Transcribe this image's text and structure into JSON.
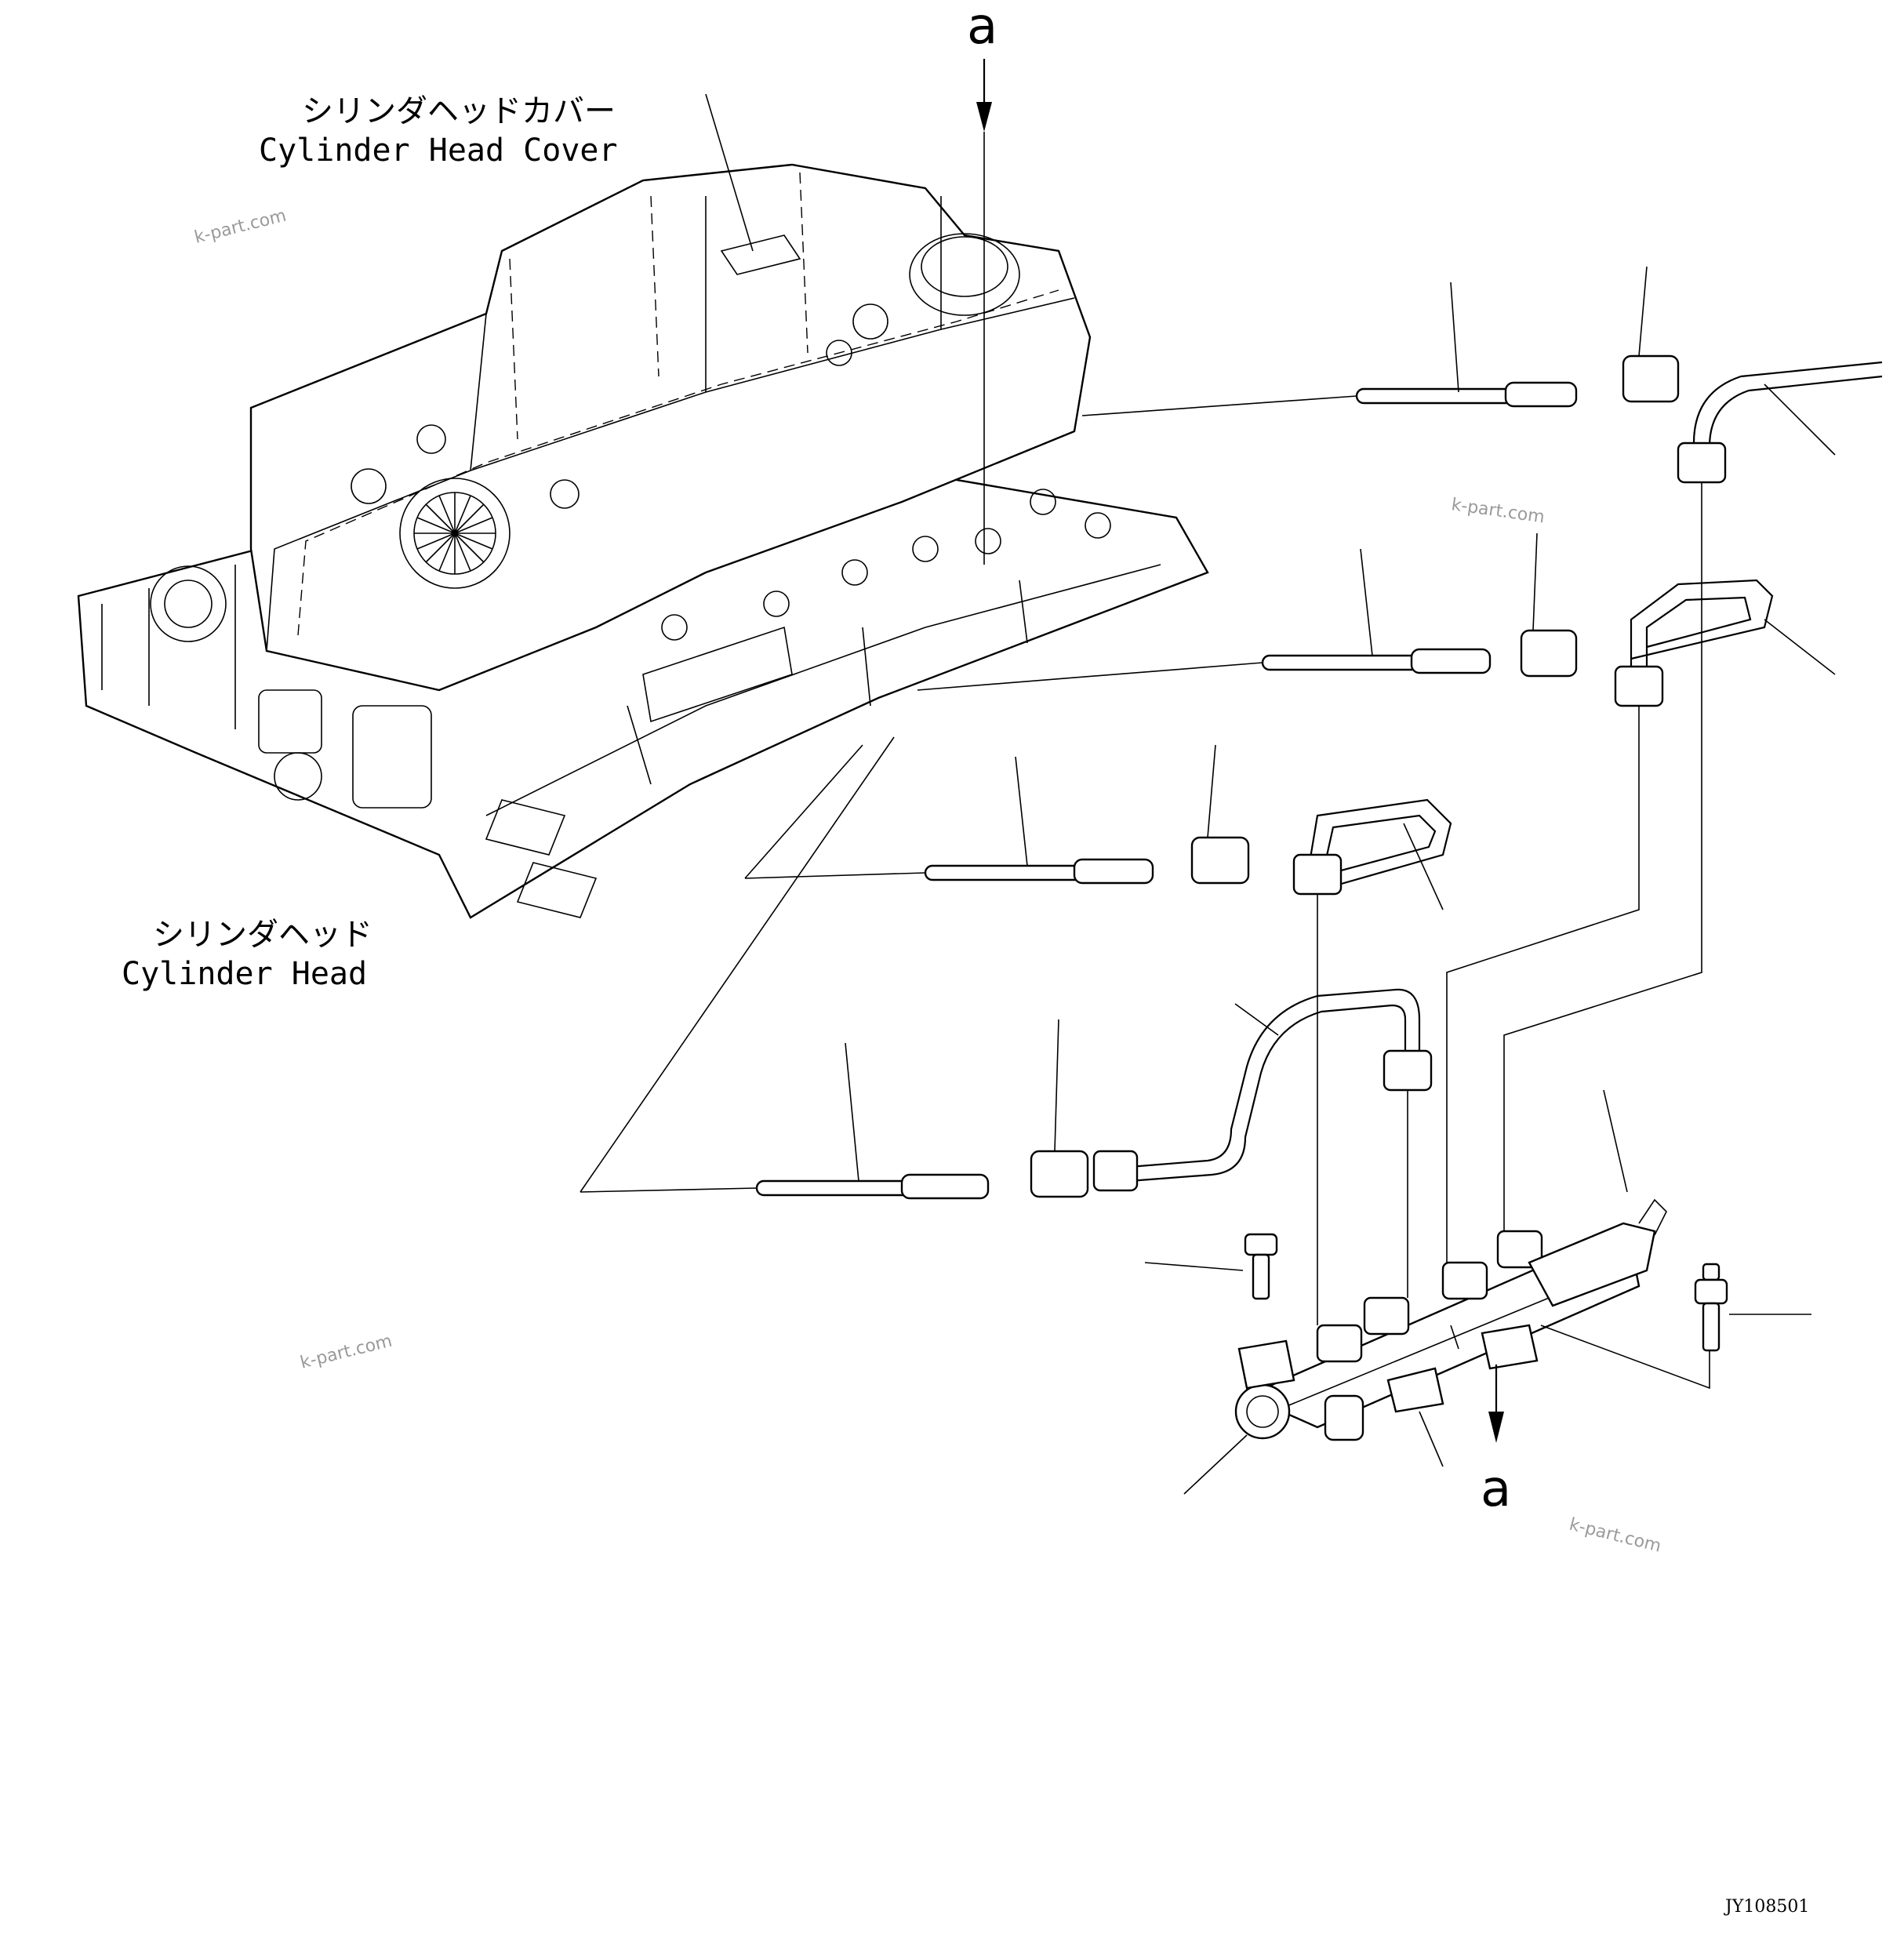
{
  "labels": {
    "head_cover_jp": "シリンダヘッドカバー",
    "head_cover_en": "Cylinder Head Cover",
    "head_jp": "シリンダヘッド",
    "head_en": "Cylinder Head",
    "view_marker_top": "a",
    "view_marker_bottom": "a",
    "drawing_code": "JY108501"
  },
  "watermarks": [
    "k-part.com",
    "k-part.com",
    "k-part.com",
    "k-part.com"
  ]
}
